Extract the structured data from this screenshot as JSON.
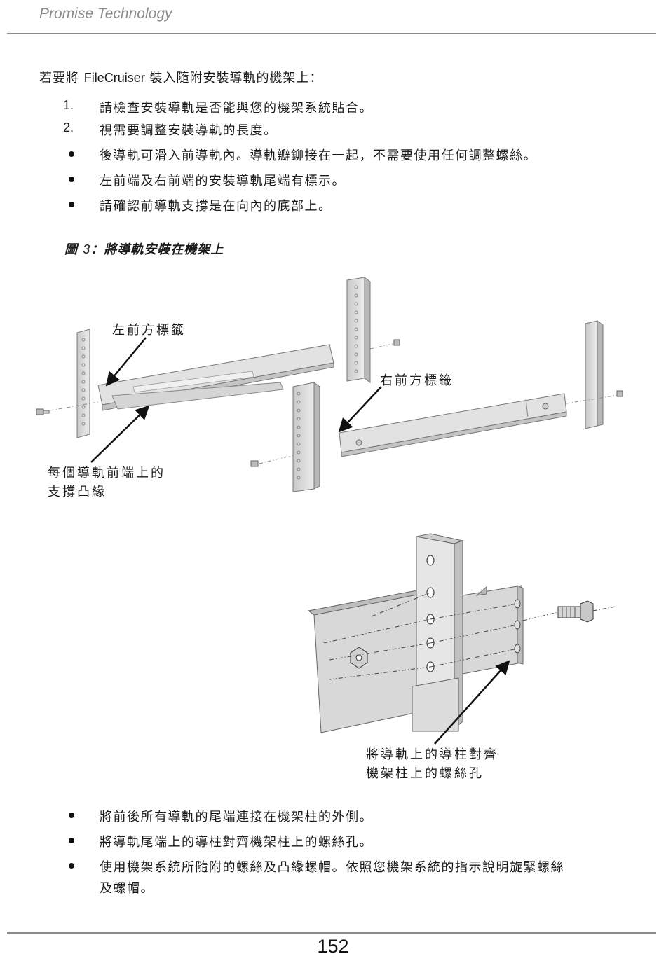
{
  "header": {
    "title": "Promise Technology"
  },
  "intro": {
    "prefix": "若要將 ",
    "product": "FileCruiser",
    "suffix": " 裝入隨附安裝導軌的機架上："
  },
  "steps": [
    {
      "num": "1.",
      "text": "請檢查安裝導軌是否能與您的機架系統貼合。"
    },
    {
      "num": "2.",
      "text": "視需要調整安裝導軌的長度。"
    }
  ],
  "bullets_top": [
    "後導軌可滑入前導軌內。導軌瓣鉚接在一起，不需要使用任何調整螺絲。",
    "左前端及右前端的安裝導軌尾端有標示。",
    "請確認前導軌支撐是在向內的底部上。"
  ],
  "figure": {
    "caption_prefix": "圖 ",
    "caption_number": "3",
    "caption_text": "：將導軌安裝在機架上",
    "callouts": {
      "left_front_label": "左前方標籤",
      "right_front_label": "右前方標籤",
      "flange_line1": "每個導軌前端上的",
      "flange_line2": "支撐凸緣",
      "align_line1": "將導軌上的導柱對齊",
      "align_line2": "機架柱上的螺絲孔"
    }
  },
  "bullets_bottom": [
    "將前後所有導軌的尾端連接在機架柱的外側。",
    "將導軌尾端上的導柱對齊機架柱上的螺絲孔。",
    "使用機架系統所隨附的螺絲及凸緣螺帽。依照您機架系統的指示說明旋緊螺絲",
    "及螺帽。"
  ],
  "footer": {
    "page_number": "152"
  }
}
